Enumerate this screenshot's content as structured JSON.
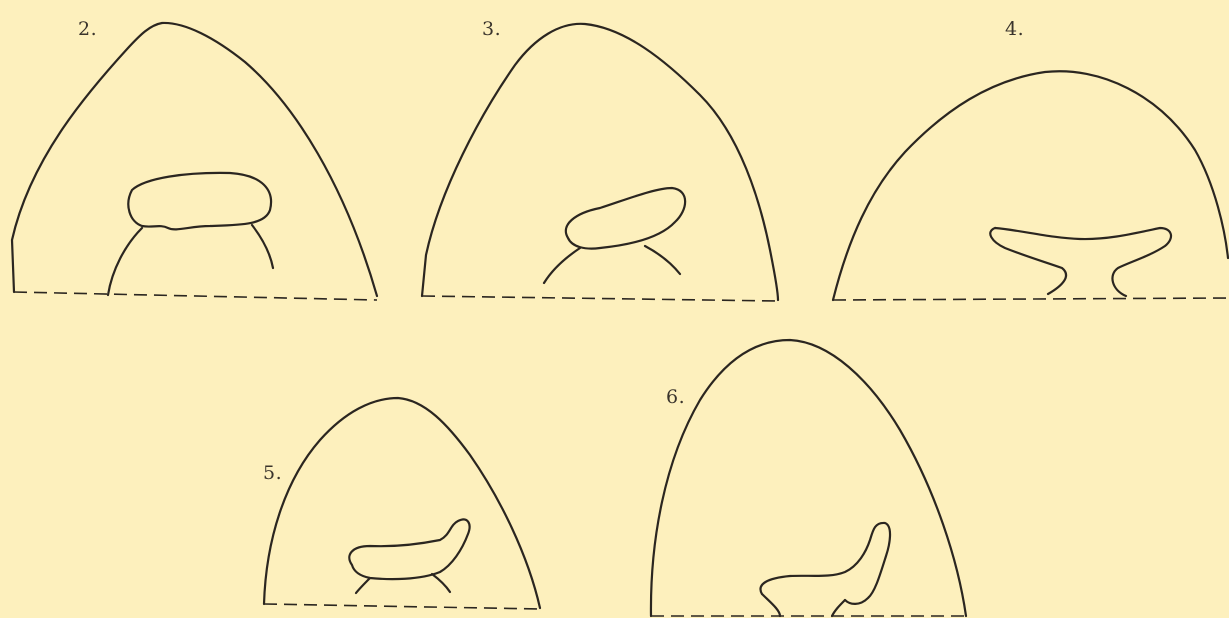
{
  "figures": [
    {
      "label": "2."
    },
    {
      "label": "3."
    },
    {
      "label": "4."
    },
    {
      "label": "5."
    },
    {
      "label": "6."
    }
  ],
  "colors": {
    "paper": "#fdf0bd",
    "ink": "#2b2620"
  }
}
